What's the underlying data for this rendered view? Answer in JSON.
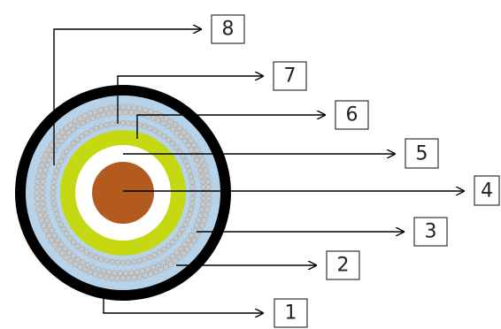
{
  "colors": {
    "outer_jacket": "#000000",
    "outer_insulation": "#b7d3ea",
    "shield_strands": "#c8c8c8",
    "screen_layer": "#c6d812",
    "inner_insulation": "#ffffff",
    "conductor": "#b35a1f",
    "leader_line": "#000000"
  },
  "labels": [
    {
      "id": "1",
      "text": "1"
    },
    {
      "id": "2",
      "text": "2"
    },
    {
      "id": "3",
      "text": "3"
    },
    {
      "id": "4",
      "text": "4"
    },
    {
      "id": "5",
      "text": "5"
    },
    {
      "id": "6",
      "text": "6"
    },
    {
      "id": "7",
      "text": "7"
    },
    {
      "id": "8",
      "text": "8"
    }
  ]
}
